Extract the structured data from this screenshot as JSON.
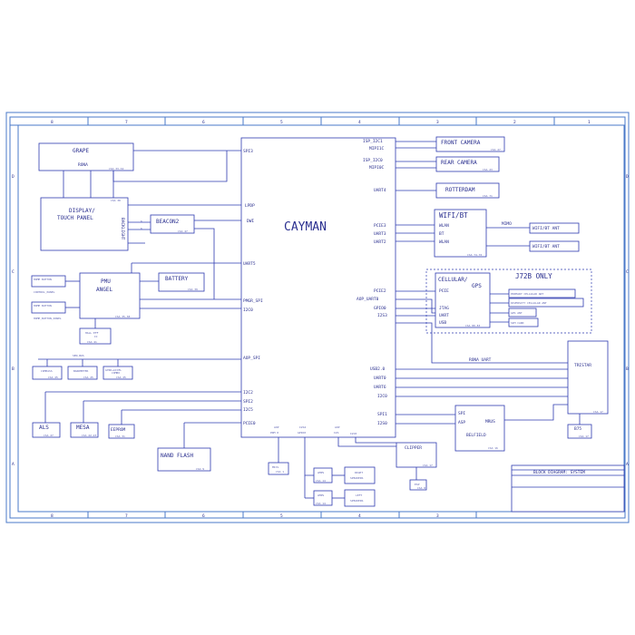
{
  "frame": {
    "top_columns": [
      "8",
      "7",
      "6",
      "5",
      "4",
      "3",
      "2",
      "1"
    ],
    "bottom_columns": [
      "8",
      "7",
      "6",
      "5",
      "4",
      "3"
    ],
    "rows_left": [
      "D",
      "C",
      "B",
      "A"
    ],
    "rows_right": [
      "D",
      "C",
      "B",
      "A"
    ]
  },
  "cayman": {
    "title": "CAYMAN",
    "left_pins": [
      "SPI3",
      "LPDP",
      "DWI",
      "UART5",
      "PMGR_SPI",
      "I2C0",
      "AOP_SPI",
      "I2C2",
      "SPI2",
      "I2C5",
      "PCIE0"
    ],
    "right_pins": [
      "ISP_I2C1",
      "MIPI1C",
      "ISP_I2C0",
      "MIPI0C",
      "UART4",
      "PCIE3",
      "UART3",
      "UART2",
      "PCIE2",
      "AOP_UART0",
      "GPIO0",
      "I2S3",
      "USB2.0",
      "UART0",
      "UART6",
      "I2C0",
      "SPI1",
      "I2S0"
    ],
    "bottom_pins": [
      "AOP",
      "PDM 0",
      "I2S2",
      "GPIO0",
      "AOP",
      "I2S",
      "I2C0"
    ]
  },
  "grape": {
    "title": "GRAPE",
    "sub": "RONA",
    "ref": "CSA 33-34"
  },
  "display": {
    "title1": "DISPLAY/",
    "title2": "TOUCH PANEL",
    "side": "BACKLIGHT",
    "ref": "CSA 30"
  },
  "beacon": {
    "title": "BEACON2",
    "ref": "CSA 47",
    "n1": "6",
    "n2": "6"
  },
  "battery": {
    "title": "BATTERY",
    "ref": "CSA 39"
  },
  "pmu": {
    "title1": "PMU",
    "title2": "ANGEL",
    "ref": "CSA 35-38"
  },
  "home_button": {
    "label": "HOME BUTTON",
    "ref": "CONTROL_PANEL"
  },
  "home_button2": {
    "label": "HOME BUTTON",
    "ref": "HOME_BUTTON_PANEL"
  },
  "hall": {
    "label1": "HALL EFF",
    "label2": "IC",
    "ref": "CSA 41"
  },
  "sen_bus": {
    "label": "SEN_BUS"
  },
  "sensors": [
    {
      "label": "COMPASS",
      "ref": "CSA 25"
    },
    {
      "label": "BAROMETER",
      "ref": "CSA 25"
    },
    {
      "label": "GYRO+ACCEL",
      "label2": "COMBO",
      "ref": "CSA 25"
    }
  ],
  "als": {
    "label": "ALS",
    "ref": "CSA 27"
  },
  "mesa": {
    "label": "MESA",
    "ref": "CSA 22-23"
  },
  "eeprom": {
    "label": "EEPROM",
    "ref": "CSA 31"
  },
  "nand": {
    "title": "NAND FLASH",
    "ref": "CSA 9"
  },
  "front_camera": {
    "title": "FRONT CAMERA",
    "ref": "CSA 27"
  },
  "rear_camera": {
    "title": "REAR CAMERA",
    "ref": "CSA 23"
  },
  "rotterdam": {
    "title": "ROTTERDAM",
    "ref": "CSA 71"
  },
  "wifi": {
    "title": "WIFI/BT",
    "p1": "WLAN",
    "p2": "BT",
    "p3": "WLAN",
    "ref": "CSA 74-76",
    "mimo": "MIMO"
  },
  "wifi_ant": [
    {
      "label": "WIFI/BT ANT"
    },
    {
      "label": "WIFI/BT ANT"
    }
  ],
  "j72b": {
    "label": "J72B ONLY"
  },
  "cellular": {
    "title": "CELLULAR/",
    "title2": "GPS",
    "p1": "PCIE",
    "p2": "JTAG",
    "p3": "UART",
    "p4": "USB",
    "ref": "CSA 80-83"
  },
  "cell_ant": [
    {
      "label": "PRIMARY CELLULAR ANT"
    },
    {
      "label": "DIVERSITY CELLULAR ANT"
    },
    {
      "label": "GPS ANT"
    },
    {
      "label": "SIM CARD"
    }
  ],
  "tristar": {
    "title": "TRISTAR",
    "ref": "CSA 17"
  },
  "rona_uart": {
    "label": "RONA UART"
  },
  "b75": {
    "label": "B75",
    "ref": "CSA 17"
  },
  "belfield": {
    "p1": "SPI",
    "p2": "ASP",
    "p3": "MRUS",
    "title": "BELFIELD",
    "ref": "CSA 16"
  },
  "clipper": {
    "title": "CLIPPER",
    "ref": "CSA 17"
  },
  "esp": {
    "label": "ESP",
    "ref": "CSA 8"
  },
  "mics": {
    "label": "MICS",
    "ref": "CSA 1"
  },
  "amps": [
    {
      "label": "AMPS",
      "ref": "CSA 14"
    },
    {
      "label": "AMPS",
      "ref": "CSA 14"
    }
  ],
  "speakers": [
    {
      "l1": "RIGHT",
      "l2": "SPEAKERS"
    },
    {
      "l1": "LEFT",
      "l2": "SPEAKERS"
    }
  ],
  "title_block": {
    "title": "BLOCK DIAGRAM: SYSTEM"
  }
}
